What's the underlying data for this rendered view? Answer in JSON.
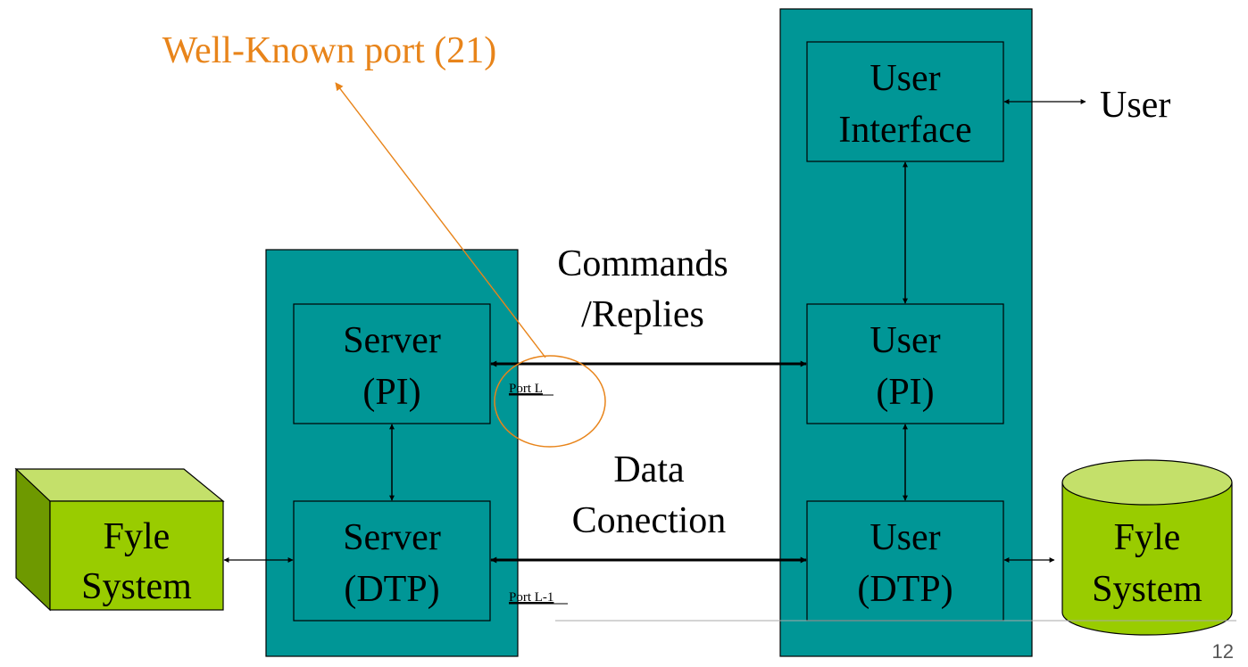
{
  "annotation": {
    "label": "Well-Known port (21)",
    "color": "#E8841A"
  },
  "server": {
    "pi": {
      "line1": "Server",
      "line2": "(PI)"
    },
    "dtp": {
      "line1": "Server",
      "line2": "(DTP)"
    },
    "port_pi": "Port L",
    "port_dtp": "Port L-1"
  },
  "client": {
    "ui": {
      "line1": "User",
      "line2": "Interface"
    },
    "pi": {
      "line1": "User",
      "line2": "(PI)"
    },
    "dtp": {
      "line1": "User",
      "line2": "(DTP)"
    }
  },
  "channels": {
    "control": {
      "line1": "Commands",
      "line2": "/Replies"
    },
    "data": {
      "line1": "Data",
      "line2": "Conection"
    }
  },
  "external": {
    "user": "User",
    "server_fs": {
      "line1": "Fyle",
      "line2": "System"
    },
    "client_fs": {
      "line1": "Fyle",
      "line2": "System"
    }
  },
  "colors": {
    "container": "#009696",
    "module": "#009696",
    "storage_face": "#99CC00",
    "storage_top": "#C4E06A",
    "storage_side": "#6E9900",
    "stroke": "#000000"
  },
  "slide_number": "12"
}
